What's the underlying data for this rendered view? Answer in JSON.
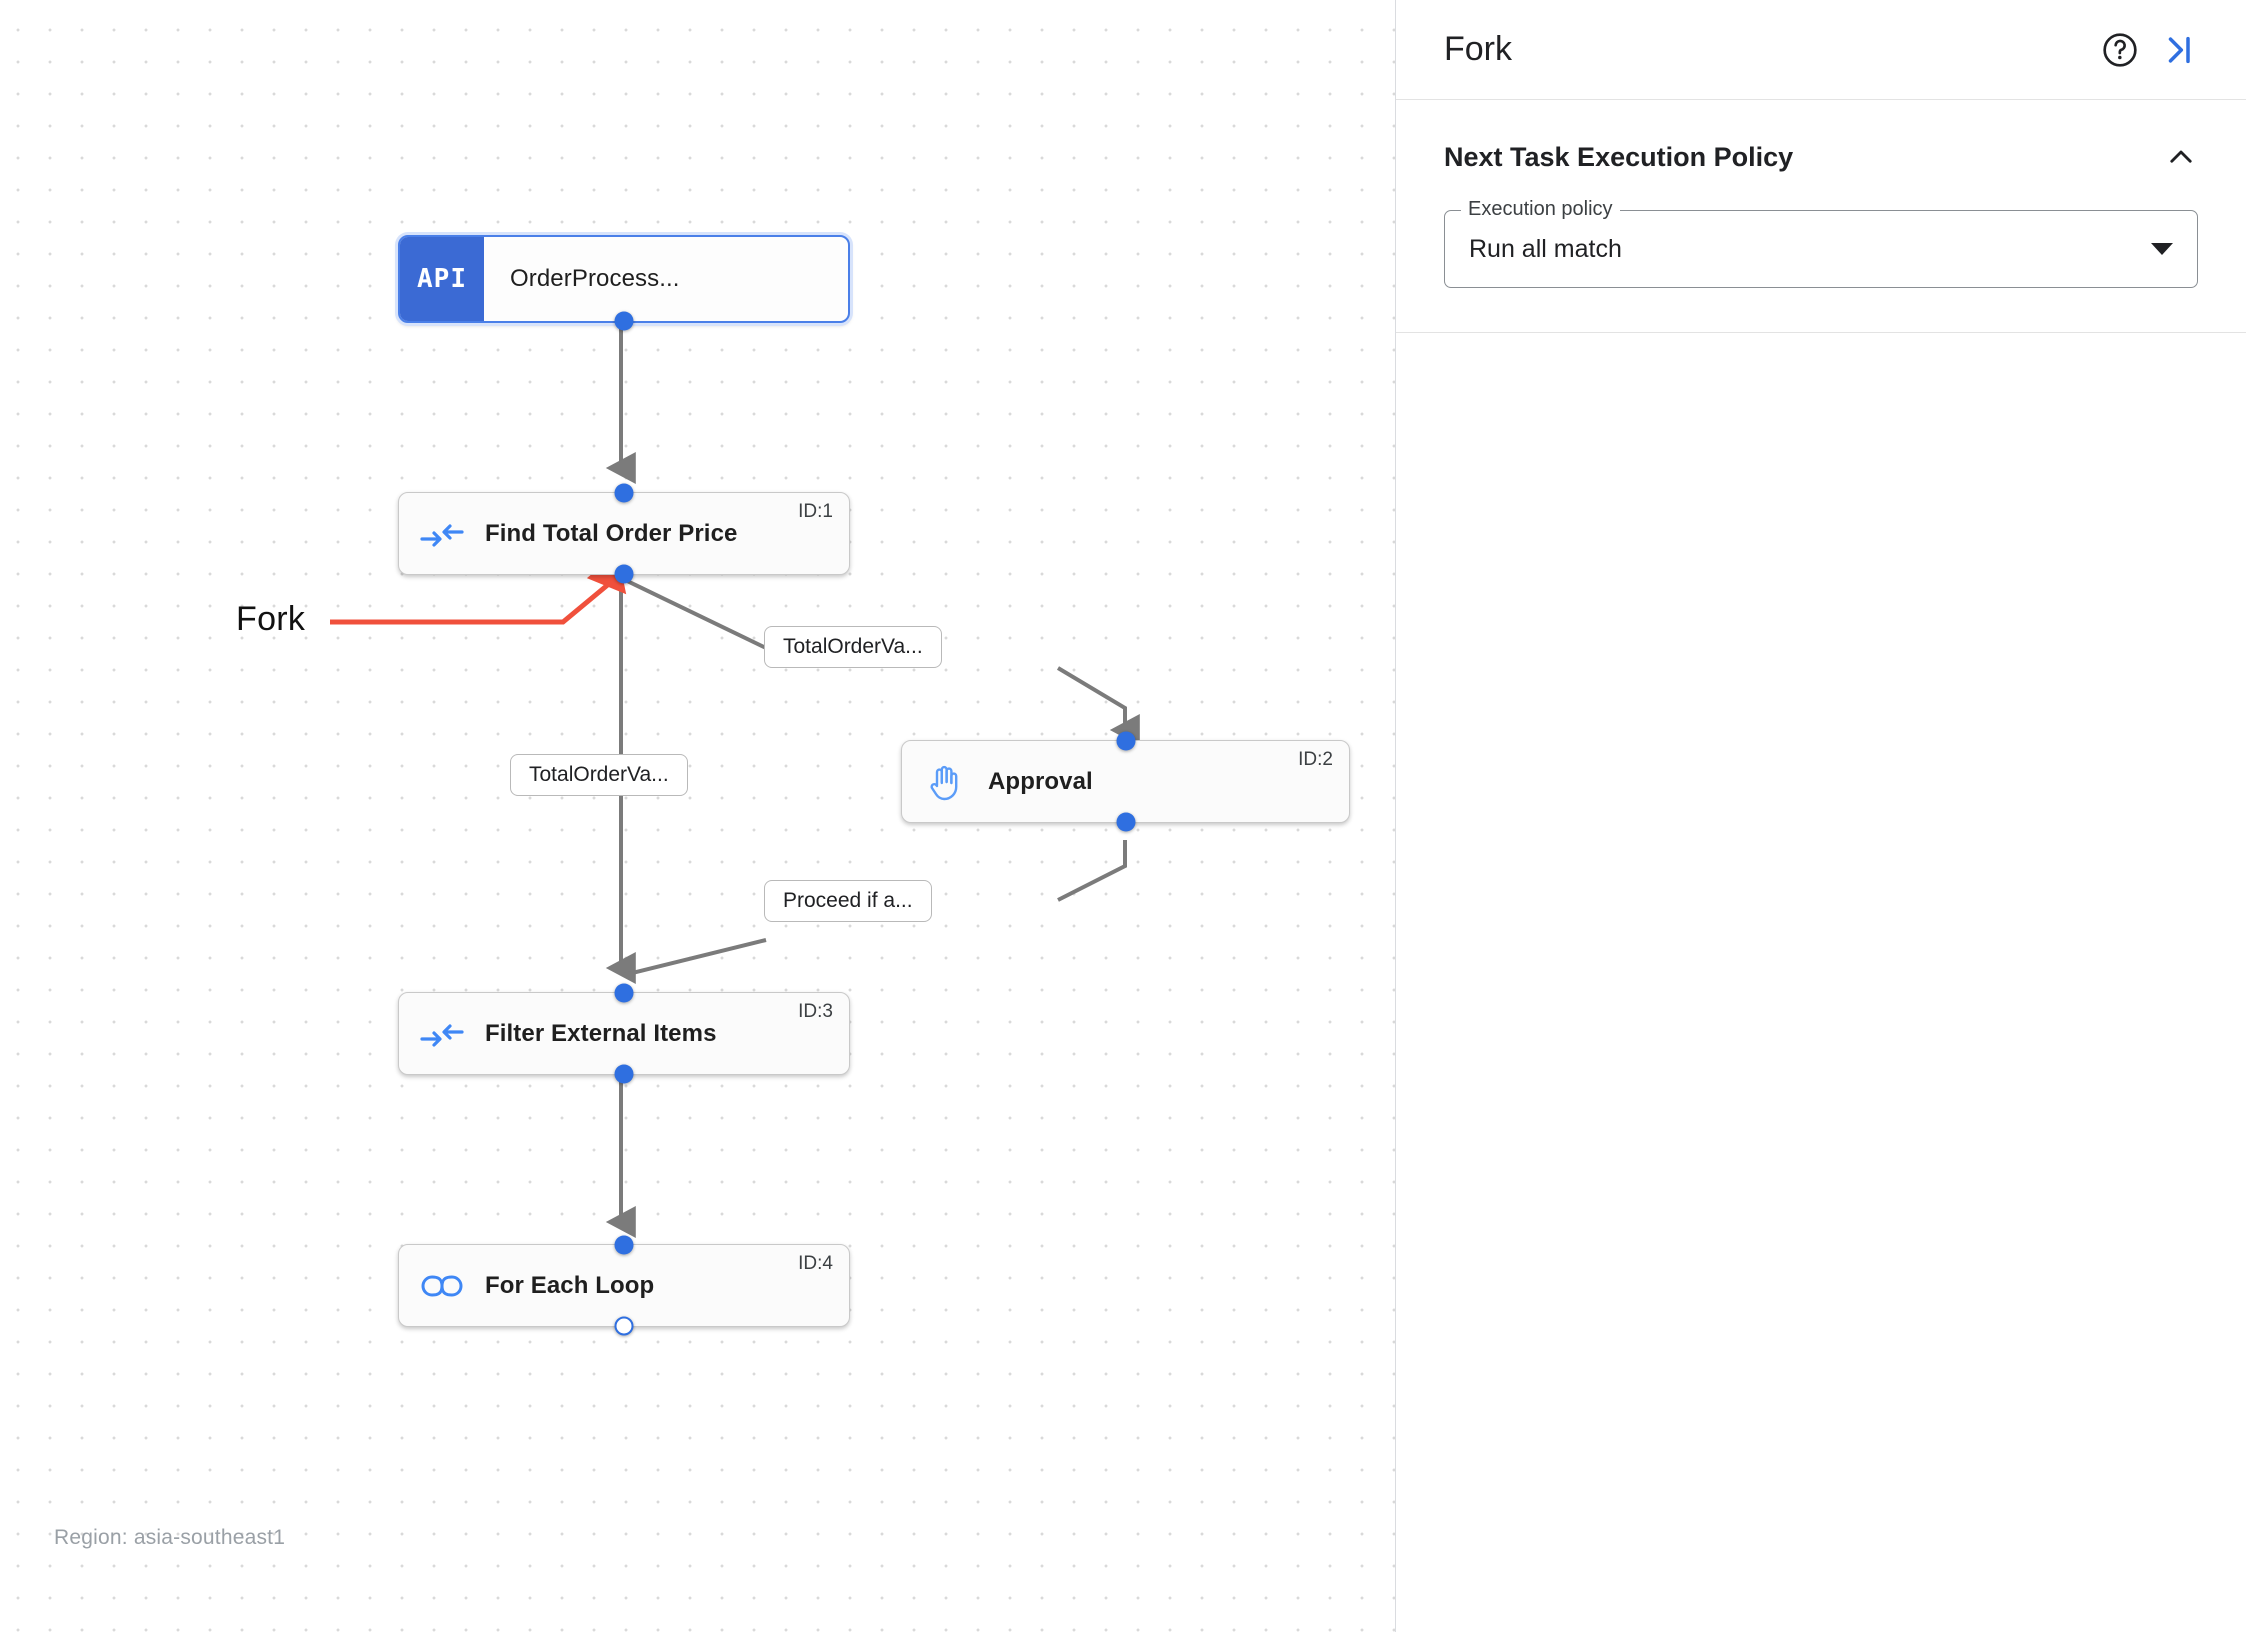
{
  "canvas": {
    "region_label": "Region: asia-southeast1",
    "annotation": {
      "label": "Fork",
      "color": "#f0503c"
    },
    "nodes": [
      {
        "id": "node-api",
        "icon": "api-badge-icon",
        "badge": "API",
        "label": "OrderProcess...",
        "id_text": "",
        "selected": true
      },
      {
        "id": "node-find",
        "icon": "merge-arrows-icon",
        "badge": "",
        "label": "Find Total Order Price",
        "id_text": "ID:1",
        "selected": false
      },
      {
        "id": "node-approval",
        "icon": "hand-raised-icon",
        "badge": "",
        "label": "Approval",
        "id_text": "ID:2",
        "selected": false
      },
      {
        "id": "node-filter",
        "icon": "merge-arrows-icon",
        "badge": "",
        "label": "Filter External Items",
        "id_text": "ID:3",
        "selected": false
      },
      {
        "id": "node-loop",
        "icon": "infinity-loop-icon",
        "badge": "",
        "label": "For Each Loop",
        "id_text": "ID:4",
        "selected": false
      }
    ],
    "edge_labels": [
      {
        "id": "edge-label-total-right",
        "text": "TotalOrderVa..."
      },
      {
        "id": "edge-label-total-left",
        "text": "TotalOrderVa..."
      },
      {
        "id": "edge-label-proceed",
        "text": "Proceed if a..."
      }
    ]
  },
  "panel": {
    "title": "Fork",
    "help_icon": "help-circle-icon",
    "collapse_icon": "collapse-panel-right-icon",
    "section": {
      "title": "Next Task Execution Policy",
      "collapse_icon": "chevron-up-icon",
      "field": {
        "legend": "Execution policy",
        "value": "Run all match",
        "caret_icon": "caret-down-icon"
      }
    }
  },
  "colors": {
    "accent_blue": "#2f6fe0",
    "api_badge_blue": "#3b6ad4",
    "annotation_red": "#f0503c",
    "edge_gray": "#7b7b7b"
  }
}
